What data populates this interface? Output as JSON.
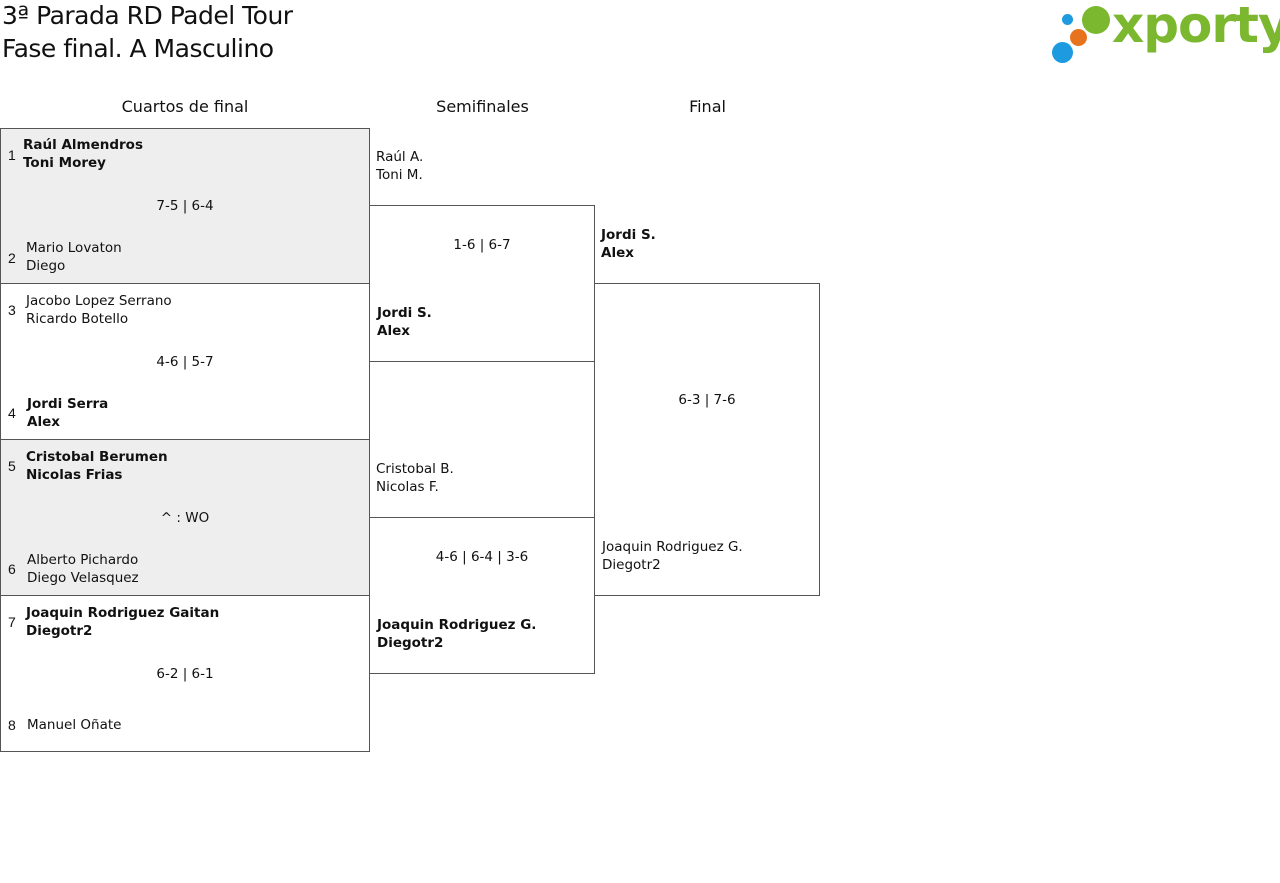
{
  "header": {
    "title_line1": "3ª Parada RD Padel Tour",
    "title_line2": "Fase final. A Masculino",
    "logo_text": "xporty",
    "logo_colors": {
      "green": "#7cb82f",
      "blue": "#1e9be0",
      "orange": "#e8731e"
    }
  },
  "columns": {
    "quarterfinals": "Cuartos de final",
    "semifinals": "Semifinales",
    "final": "Final"
  },
  "quarterfinals": [
    {
      "top": {
        "seed": "1",
        "p1": "Raúl Almendros",
        "p2": "Toni Morey",
        "winner": true
      },
      "score": "7-5 | 6-4",
      "bottom": {
        "seed": "2",
        "p1": "Mario Lovaton",
        "p2": "Diego",
        "winner": false
      }
    },
    {
      "top": {
        "seed": "3",
        "p1": "Jacobo Lopez Serrano",
        "p2": "Ricardo Botello",
        "winner": false
      },
      "score": "4-6 | 5-7",
      "bottom": {
        "seed": "4",
        "p1": "Jordi Serra",
        "p2": "Alex",
        "winner": true
      }
    },
    {
      "top": {
        "seed": "5",
        "p1": "Cristobal Berumen",
        "p2": "Nicolas Frias",
        "winner": true
      },
      "score": "^ : WO",
      "bottom": {
        "seed": "6",
        "p1": "Alberto Pichardo",
        "p2": "Diego Velasquez",
        "winner": false
      }
    },
    {
      "top": {
        "seed": "7",
        "p1": "Joaquin Rodriguez Gaitan",
        "p2": "Diegotr2",
        "winner": true
      },
      "score": "6-2 | 6-1",
      "bottom": {
        "seed": "8",
        "p1": "Manuel Oñate",
        "p2": "",
        "winner": false
      }
    }
  ],
  "semifinals": [
    {
      "top": {
        "p1": "Raúl A.",
        "p2": "Toni M.",
        "winner": false
      },
      "score": "1-6 | 6-7",
      "bottom": {
        "p1": "Jordi S.",
        "p2": "Alex",
        "winner": true
      }
    },
    {
      "top": {
        "p1": "Cristobal B.",
        "p2": "Nicolas F.",
        "winner": false
      },
      "score": "4-6 | 6-4 | 3-6",
      "bottom": {
        "p1": "Joaquin Rodriguez G.",
        "p2": "Diegotr2",
        "winner": true
      }
    }
  ],
  "final": {
    "top": {
      "p1": "Jordi S.",
      "p2": "Alex",
      "winner": true
    },
    "score": "6-3 | 7-6",
    "bottom": {
      "p1": "Joaquin Rodriguez G.",
      "p2": "Diegotr2",
      "winner": false
    }
  }
}
